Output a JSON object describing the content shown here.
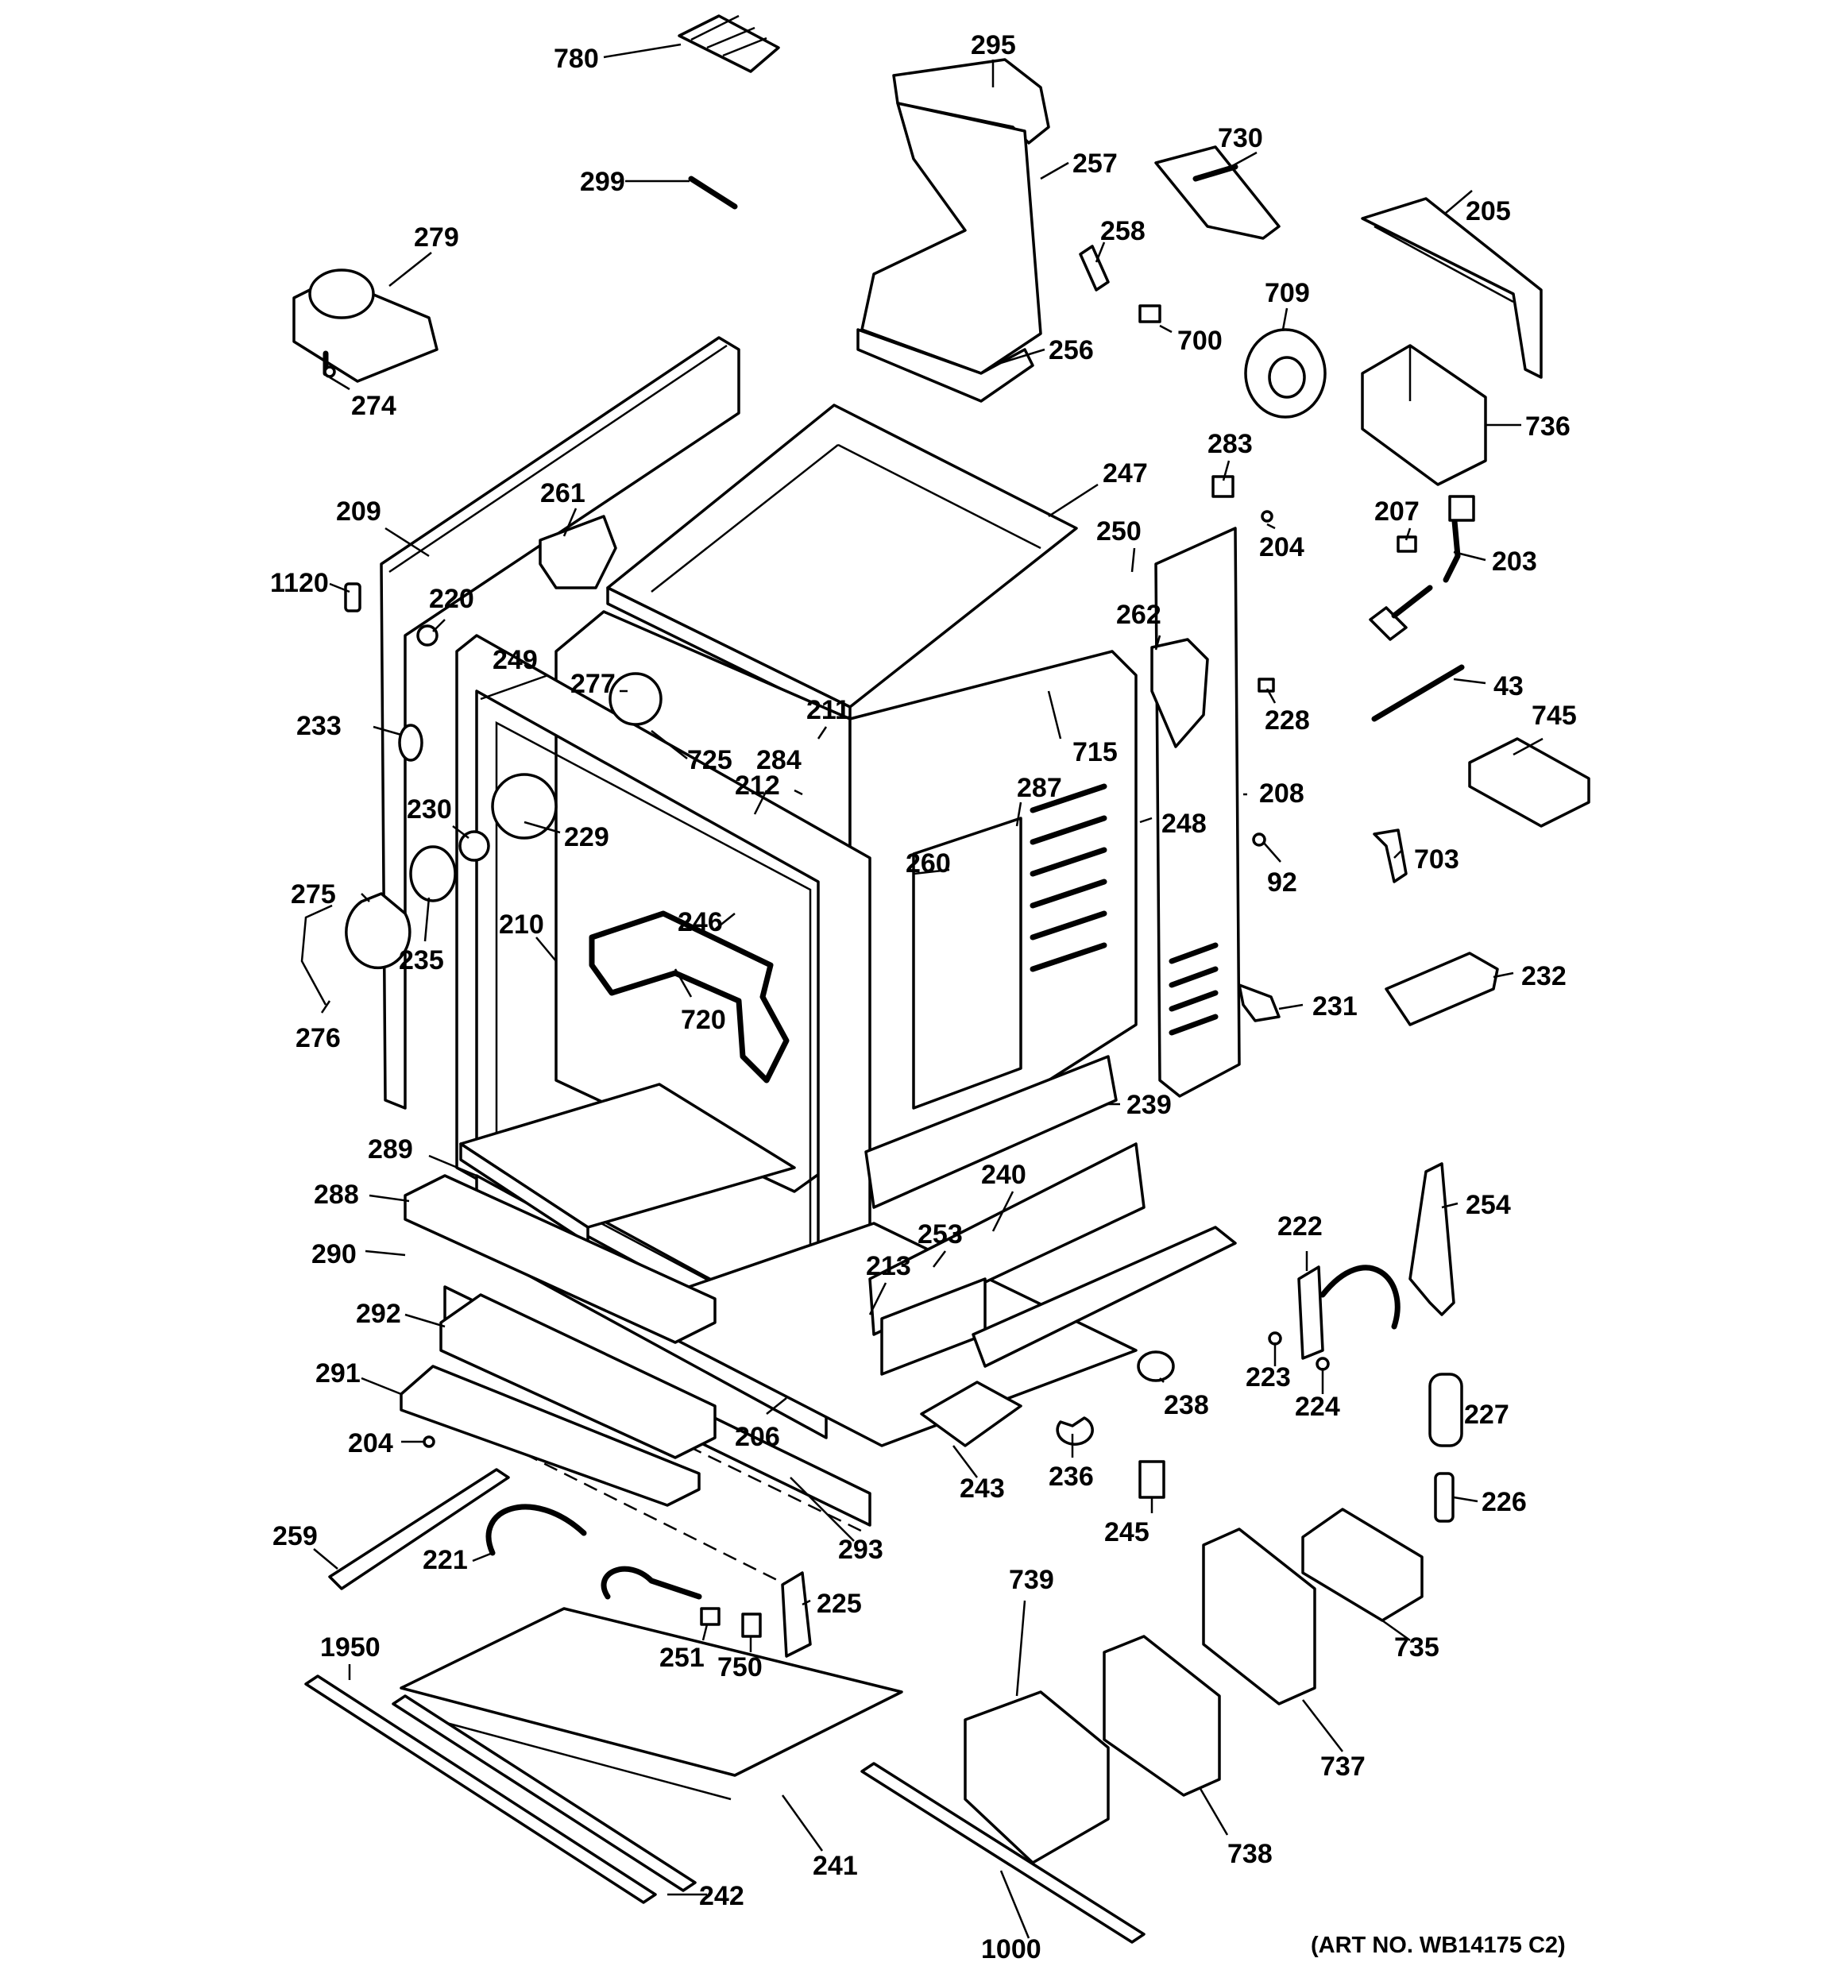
{
  "diagram": {
    "art_number": "(ART NO. WB14175 C2)",
    "callouts": [
      "780",
      "295",
      "257",
      "730",
      "299",
      "205",
      "279",
      "258",
      "709",
      "700",
      "256",
      "274",
      "736",
      "283",
      "247",
      "261",
      "209",
      "250",
      "204",
      "207",
      "203",
      "1120",
      "220",
      "262",
      "249",
      "277",
      "211",
      "43",
      "228",
      "233",
      "725",
      "284",
      "212",
      "715",
      "287",
      "745",
      "208",
      "230",
      "229",
      "248",
      "92",
      "703",
      "275",
      "260",
      "246",
      "210",
      "235",
      "232",
      "720",
      "231",
      "276",
      "239",
      "289",
      "240",
      "288",
      "222",
      "254",
      "253",
      "290",
      "213",
      "292",
      "223",
      "224",
      "291",
      "238",
      "227",
      "204",
      "206",
      "236",
      "243",
      "226",
      "293",
      "245",
      "259",
      "221",
      "225",
      "739",
      "1950",
      "251",
      "750",
      "735",
      "737",
      "241",
      "738",
      "242",
      "1000"
    ]
  }
}
